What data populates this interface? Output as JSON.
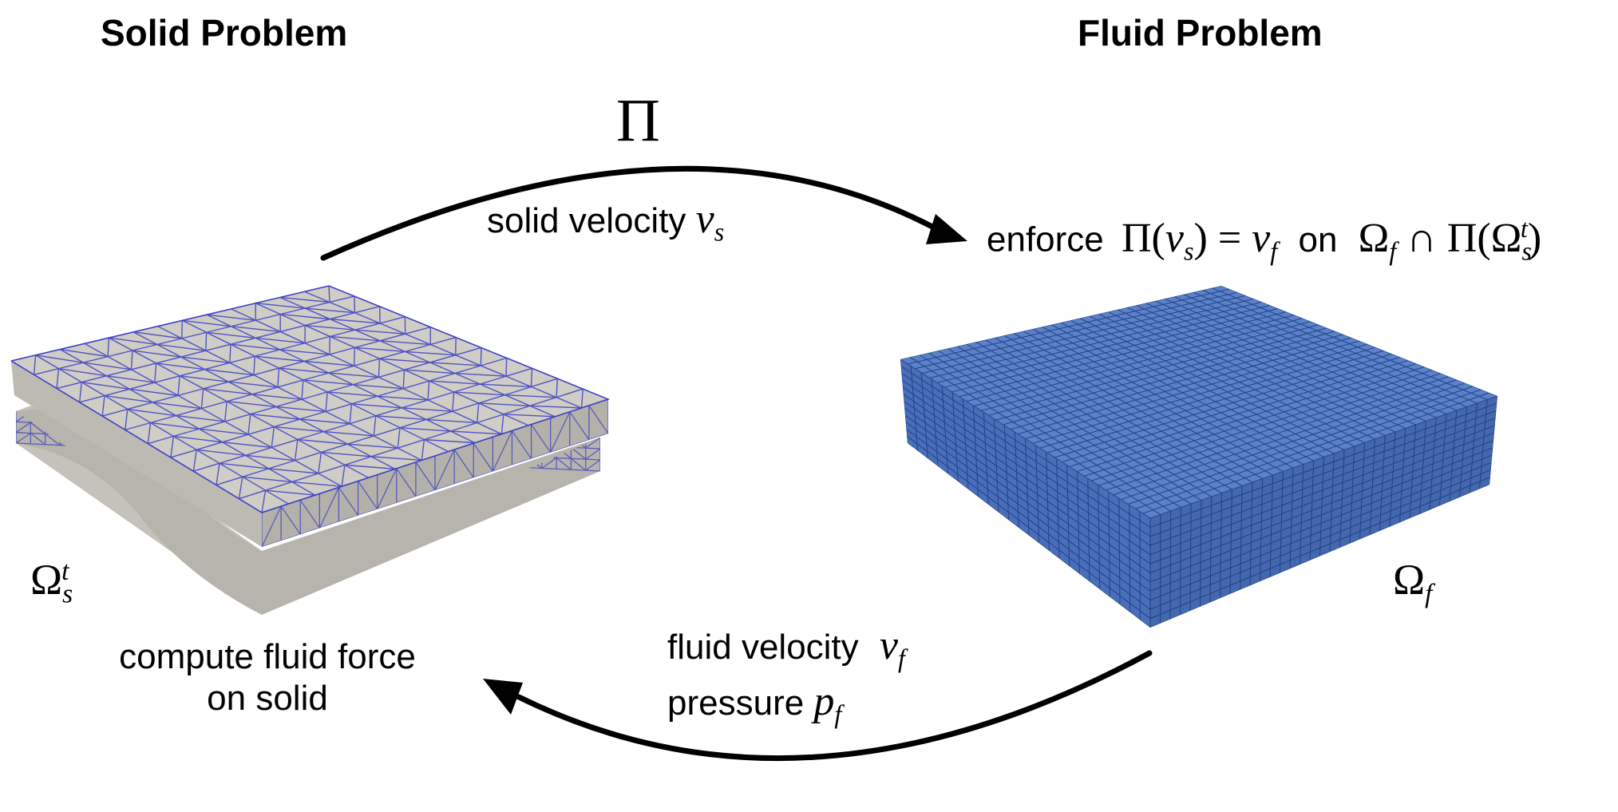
{
  "titles": {
    "solid": "Solid Problem",
    "fluid": "Fluid Problem"
  },
  "top_arrow": {
    "operator": "Π",
    "label_text": "solid velocity",
    "var": "v",
    "var_sub": "s"
  },
  "enforce": {
    "word": "enforce",
    "pi": "Π(",
    "v1": "v",
    "v1_sub": "s",
    "eq": ") = ",
    "v2": "v",
    "v2_sub": "f",
    "on": "on",
    "omega_f": "Ω",
    "omega_f_sub": "f",
    "cap": " ∩ Π(",
    "omega_s": "Ω",
    "omega_s_sup": "t",
    "omega_s_sub": "s",
    "close": ")"
  },
  "solid_domain": {
    "symbol": "Ω",
    "sup": "t",
    "sub": "s"
  },
  "fluid_domain": {
    "symbol": "Ω",
    "sub": "f"
  },
  "solid_caption": {
    "line1": "compute fluid force",
    "line2": "on solid"
  },
  "bottom_arrow": {
    "line1_text": "fluid velocity",
    "line1_var": "v",
    "line1_sub": "f",
    "line2_text": "pressure",
    "line2_var": "p",
    "line2_sub": "f"
  },
  "colors": {
    "solid_face": "#ceccc4",
    "solid_side": "#b5b3ab",
    "solid_mesh": "#3b3fc4",
    "fluid_top": "#5a80c8",
    "fluid_front": "#4a6fb8",
    "fluid_side": "#4367ad",
    "fluid_mesh": "#1f3e82",
    "arrow": "#000000"
  }
}
